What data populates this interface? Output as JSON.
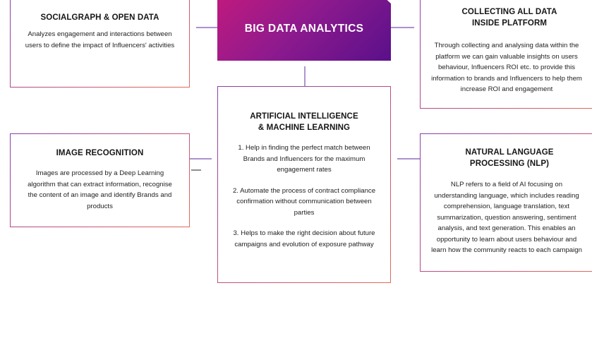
{
  "nodes": {
    "center": {
      "title": "BIG DATA ANALYTICS"
    },
    "socialgraph": {
      "title": "SOCIALGRAPH & OPEN DATA",
      "body": "Analyzes engagement and interactions between users to define the impact of Influencers' activities"
    },
    "collecting": {
      "title": "COLLECTING ALL DATA\nINSIDE PLATFORM",
      "body": "Through collecting and analysing data within the platform we can gain valuable insights on users behaviour, Influencers ROI etc. to provide this information to brands and Influencers to help them increase ROI and engagement"
    },
    "ai": {
      "title": "ARTIFICIAL INTELLIGENCE\n& MACHINE LEARNING",
      "items": [
        "1. Help in finding  the perfect match between Brands and Influencers for the maximum engagement rates",
        "2. Automate the process of contract compliance confirmation without communication between parties",
        "3. Helps to make the right decision about future campaigns and evolution of exposure pathway"
      ]
    },
    "image": {
      "title": "IMAGE RECOGNITION",
      "body": "Images are processed by a Deep Learning algorithm that can extract information, recognise the content of an image and identify Brands and products"
    },
    "nlp": {
      "title": "NATURAL LANGUAGE\nPROCESSING (NLP)",
      "body": "NLP refers to a field of AI focusing on understanding language, which includes reading comprehension, language translation, text summarization, question answering, sentiment analysis, and text generation. This enables an opportunity to learn about users behaviour and learn how the community reacts to each campaign"
    }
  },
  "edges": [
    {
      "from": "socialgraph",
      "to": "center"
    },
    {
      "from": "center",
      "to": "collecting"
    },
    {
      "from": "center",
      "to": "ai"
    },
    {
      "from": "ai",
      "to": "image"
    },
    {
      "from": "ai",
      "to": "nlp"
    }
  ],
  "colors": {
    "accent": "#8a3fa9",
    "accent_warm": "#e06a5a",
    "edge": "#7a4fb0"
  }
}
